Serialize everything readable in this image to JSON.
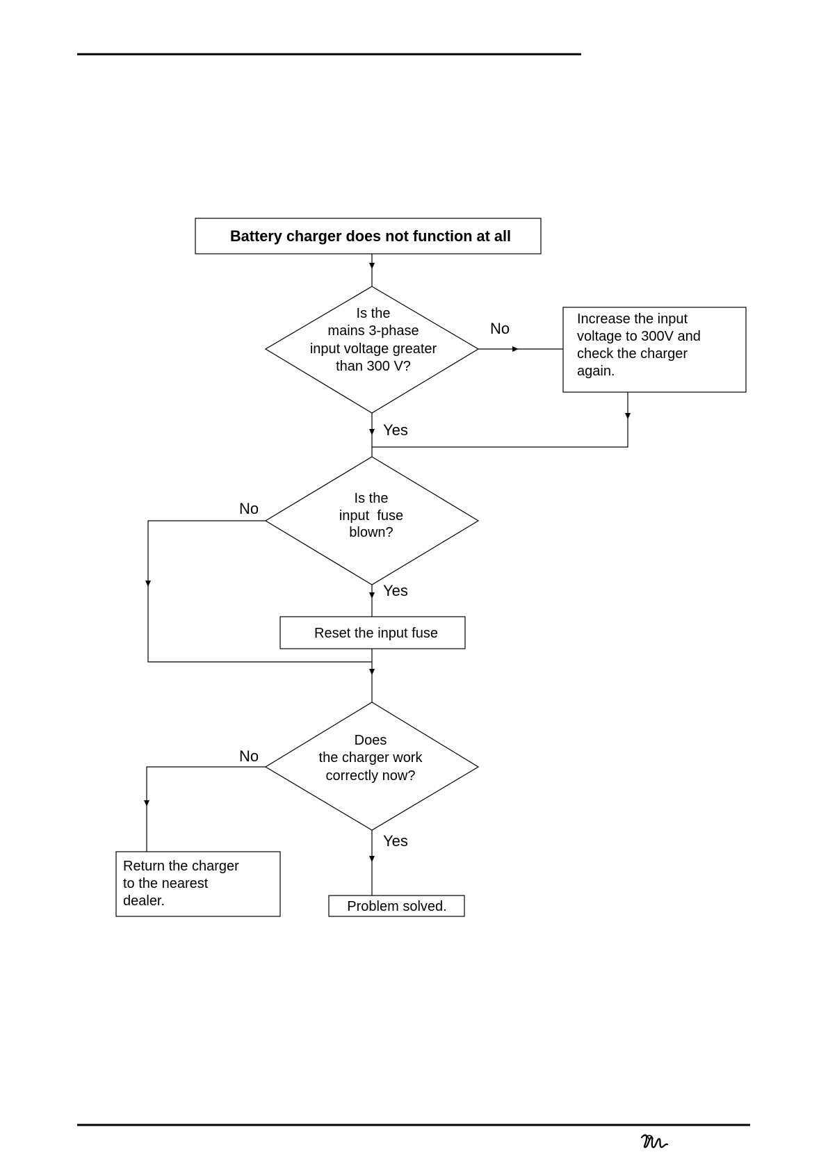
{
  "flowchart": {
    "start": "Battery charger does not function at all",
    "decision1": {
      "lines": [
        "Is the",
        "mains 3-phase",
        "input voltage greater",
        "than 300 V?"
      ],
      "no_label": "No",
      "yes_label": "Yes"
    },
    "action_increase": {
      "lines": [
        "Increase the input",
        "voltage to 300V and",
        "check the charger",
        "again."
      ]
    },
    "decision2": {
      "lines": [
        "Is the",
        "input  fuse",
        "blown?"
      ],
      "no_label": "No",
      "yes_label": "Yes"
    },
    "action_reset": "Reset the input fuse",
    "decision3": {
      "lines": [
        "Does",
        "the charger work",
        "correctly now?"
      ],
      "no_label": "No",
      "yes_label": "Yes"
    },
    "action_return": {
      "lines": [
        "Return the charger",
        "to the nearest",
        "dealer."
      ]
    },
    "end": "Problem solved."
  },
  "colors": {
    "line": "#000000",
    "background": "#ffffff"
  },
  "icons": {
    "footer_logo": "victron-logo-icon"
  }
}
